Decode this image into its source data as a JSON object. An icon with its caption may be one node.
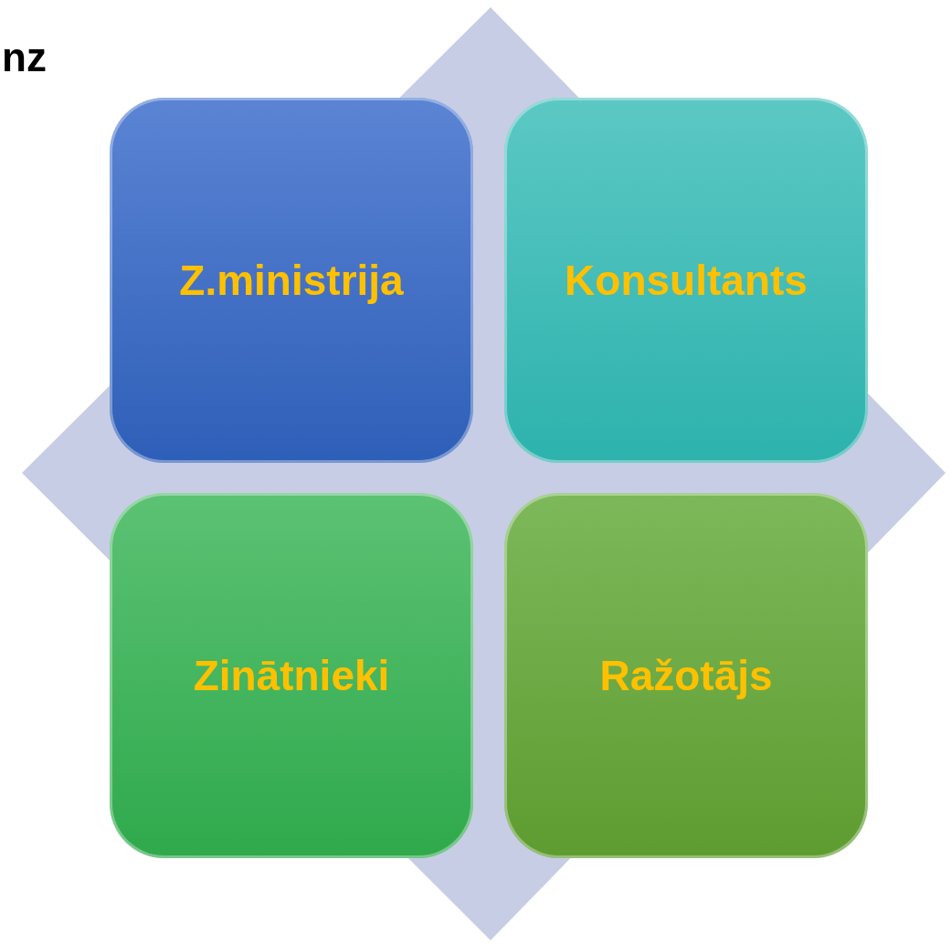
{
  "diagram": {
    "nodes": [
      {
        "text": [
          "Z.ministrija"
        ]
      },
      {
        "text": [
          "Konsultants"
        ]
      },
      {
        "text": [
          "Zinātnieki"
        ]
      },
      {
        "text": [
          "Ražotājs"
        ]
      }
    ],
    "labels": [
      "nz"
    ]
  }
}
